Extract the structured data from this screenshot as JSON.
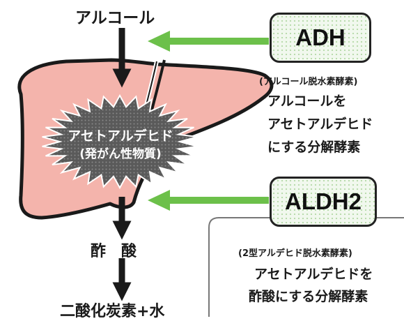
{
  "flow": {
    "alcohol": "アルコール",
    "acetic_acid": "酢　酸",
    "final_product": "二酸化炭素+水"
  },
  "burst": {
    "title": "アセトアルデヒド",
    "subtitle": "(発がん性物質)"
  },
  "adh": {
    "name": "ADH",
    "full_name": "(アルコール脱水素酵素)",
    "description_lines": [
      "アルコールを",
      "アセトアルデヒド",
      "にする分解酵素"
    ]
  },
  "aldh2": {
    "name": "ALDH2",
    "full_name": "(2型アルデヒド脱水素酵素)",
    "description_lines": [
      "アセトアルデヒドを",
      "酢酸にする分解酵素"
    ]
  },
  "colors": {
    "liver": "#f4b4ac",
    "enzyme_arrow": "#6cc04a",
    "burst": "#555555",
    "box_fill": "#f1f8ee"
  }
}
